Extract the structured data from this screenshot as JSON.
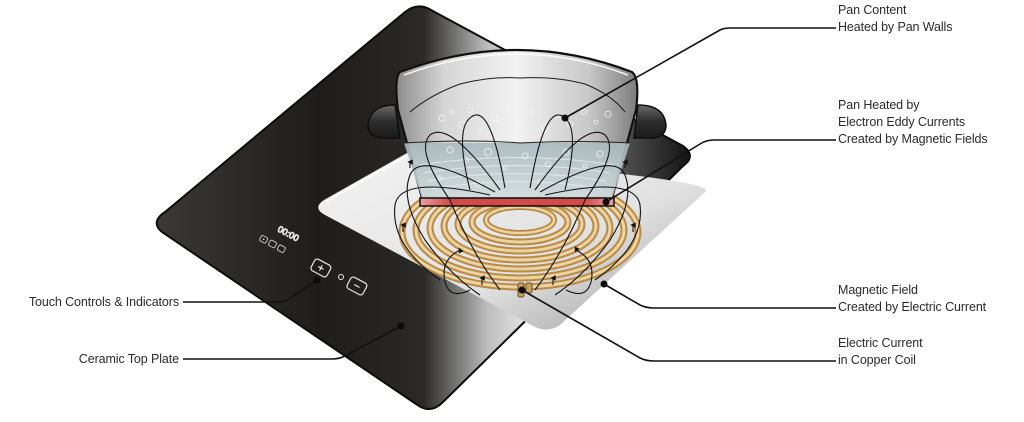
{
  "diagram": {
    "subject": "Induction cooktop cross-section",
    "colors": {
      "background": "#ffffff",
      "cooktop_dark": "#1c1b1a",
      "cooktop_light": "#d9d9d9",
      "coil_copper": "#c9a15e",
      "coil_highlight": "#ecd3a0",
      "pan_heated_band": "#d9534f",
      "water": "#9fb3b8",
      "leader_line": "#111111",
      "label_text": "#2b2b2b"
    },
    "control_panel": {
      "timer_display": "00:00",
      "indicator_icons": [
        "dot-indicator",
        "pause-indicator",
        "minus-indicator"
      ],
      "plus_button": "+",
      "minus_button": "−"
    }
  },
  "labels": {
    "pan_content": {
      "line1": "Pan Content",
      "line2": "Heated by Pan Walls"
    },
    "pan_heated": {
      "line1": "Pan Heated by",
      "line2": "Electron Eddy Currents",
      "line3": "Created by Magnetic Fields"
    },
    "magnetic_field": {
      "line1": "Magnetic Field",
      "line2": "Created by Electric Current"
    },
    "electric_current": {
      "line1": "Electric Current",
      "line2": "in Copper Coil"
    },
    "touch_controls": {
      "line1": "Touch Controls & Indicators"
    },
    "ceramic_plate": {
      "line1": "Ceramic Top Plate"
    }
  }
}
